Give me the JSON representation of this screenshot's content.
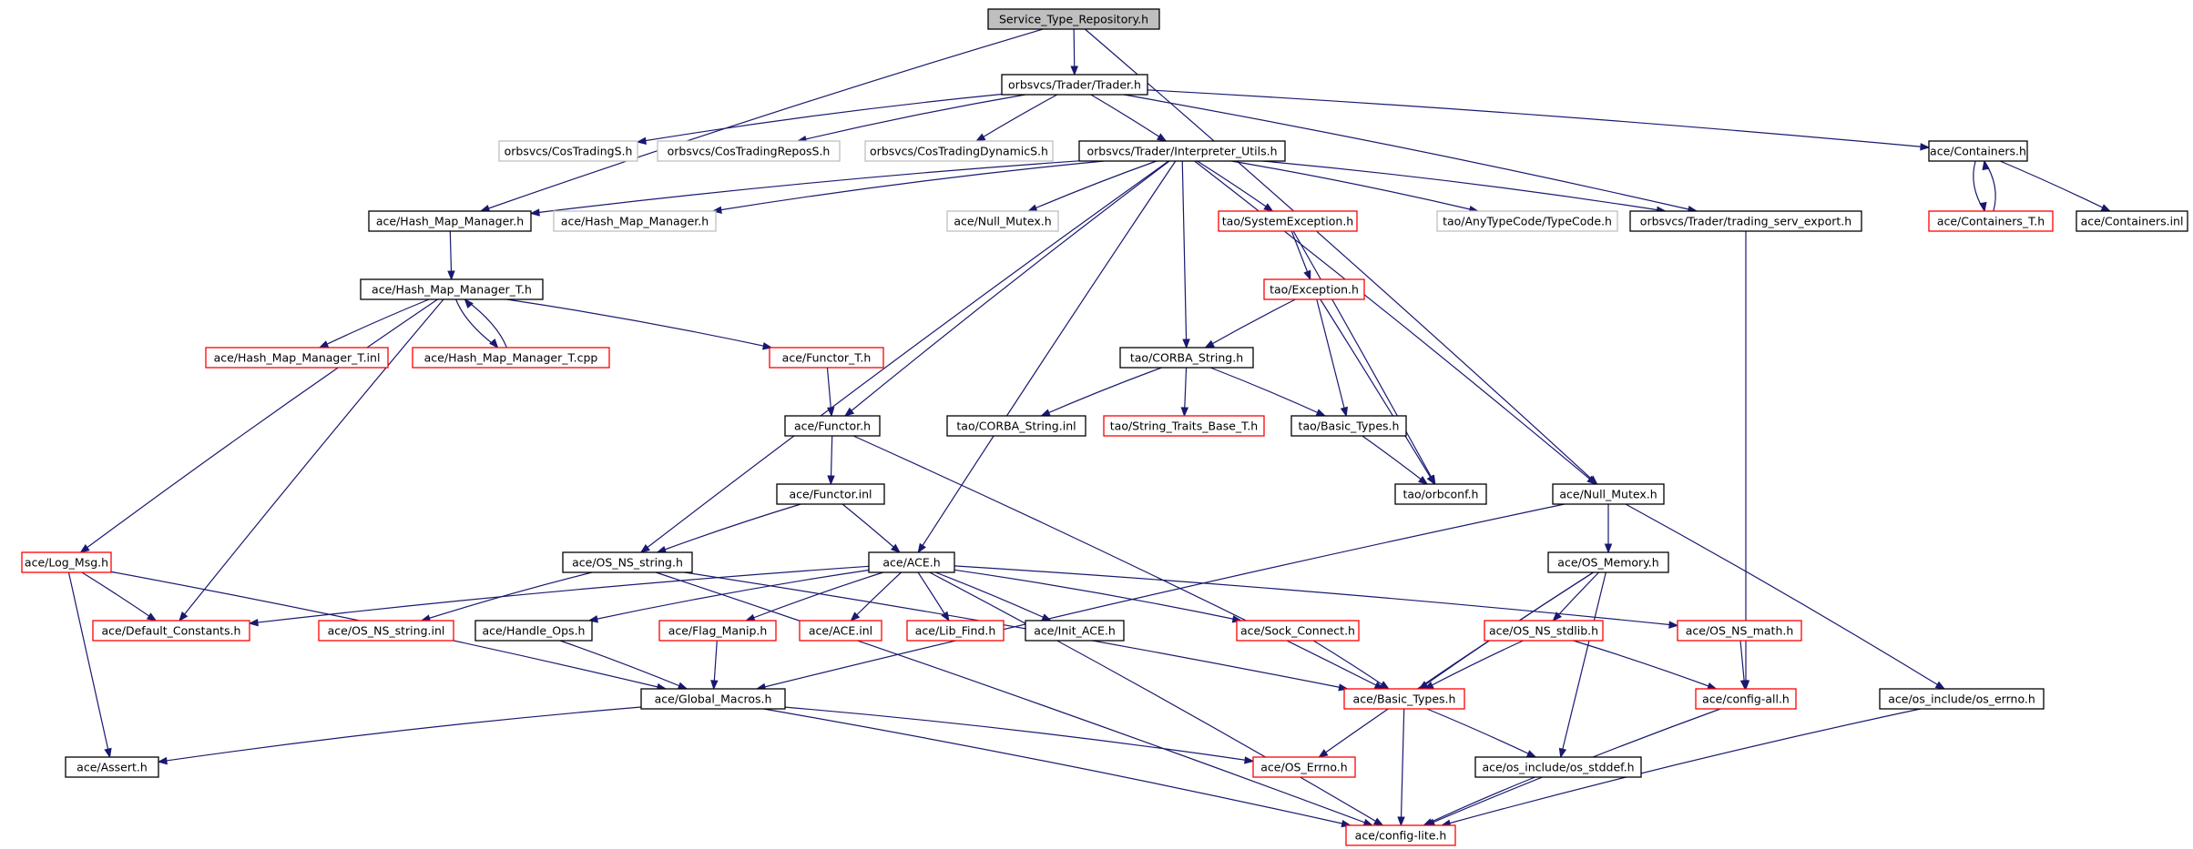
{
  "colors": {
    "edge": "#191970",
    "border_local": "#000000",
    "border_broken": "#ff0000",
    "border_external": "#bfbfbf",
    "root_fill": "#bfbfbf",
    "fill": "#ffffff"
  },
  "nodes": [
    {
      "id": "root",
      "label": "Service_Type_Repository.h",
      "kind": "root"
    },
    {
      "id": "trader",
      "label": "orbsvcs/Trader/Trader.h",
      "kind": "local"
    },
    {
      "id": "costrading",
      "label": "orbsvcs/CosTradingS.h",
      "kind": "external"
    },
    {
      "id": "costradingrepos",
      "label": "orbsvcs/CosTradingReposS.h",
      "kind": "external"
    },
    {
      "id": "costradingdyn",
      "label": "orbsvcs/CosTradingDynamicS.h",
      "kind": "external"
    },
    {
      "id": "interp",
      "label": "orbsvcs/Trader/Interpreter_Utils.h",
      "kind": "local"
    },
    {
      "id": "containers",
      "label": "ace/Containers.h",
      "kind": "local"
    },
    {
      "id": "containers_t",
      "label": "ace/Containers_T.h",
      "kind": "broken"
    },
    {
      "id": "containers_inl",
      "label": "ace/Containers.inl",
      "kind": "local"
    },
    {
      "id": "hmm",
      "label": "ace/Hash_Map_Manager.h",
      "kind": "local"
    },
    {
      "id": "hmm_ext",
      "label": "ace/Hash_Map_Manager.h",
      "kind": "external"
    },
    {
      "id": "nullmutex_ext",
      "label": "ace/Null_Mutex.h",
      "kind": "external"
    },
    {
      "id": "sysexc",
      "label": "tao/SystemException.h",
      "kind": "broken"
    },
    {
      "id": "typecode",
      "label": "tao/AnyTypeCode/TypeCode.h",
      "kind": "external"
    },
    {
      "id": "tsexport",
      "label": "orbsvcs/Trader/trading_serv_export.h",
      "kind": "local"
    },
    {
      "id": "hmmt",
      "label": "ace/Hash_Map_Manager_T.h",
      "kind": "local"
    },
    {
      "id": "hmmt_inl",
      "label": "ace/Hash_Map_Manager_T.inl",
      "kind": "broken"
    },
    {
      "id": "hmmt_cpp",
      "label": "ace/Hash_Map_Manager_T.cpp",
      "kind": "broken"
    },
    {
      "id": "functor_t",
      "label": "ace/Functor_T.h",
      "kind": "broken"
    },
    {
      "id": "exception",
      "label": "tao/Exception.h",
      "kind": "broken"
    },
    {
      "id": "corbastr",
      "label": "tao/CORBA_String.h",
      "kind": "local"
    },
    {
      "id": "functor",
      "label": "ace/Functor.h",
      "kind": "local"
    },
    {
      "id": "corbastr_inl",
      "label": "tao/CORBA_String.inl",
      "kind": "local"
    },
    {
      "id": "strtraits",
      "label": "tao/String_Traits_Base_T.h",
      "kind": "broken"
    },
    {
      "id": "taobasic",
      "label": "tao/Basic_Types.h",
      "kind": "local"
    },
    {
      "id": "orbconf",
      "label": "tao/orbconf.h",
      "kind": "local"
    },
    {
      "id": "functor_inl",
      "label": "ace/Functor.inl",
      "kind": "local"
    },
    {
      "id": "nullmutex",
      "label": "ace/Null_Mutex.h",
      "kind": "local"
    },
    {
      "id": "logmsg",
      "label": "ace/Log_Msg.h",
      "kind": "broken"
    },
    {
      "id": "osnsstring",
      "label": "ace/OS_NS_string.h",
      "kind": "local"
    },
    {
      "id": "ace",
      "label": "ace/ACE.h",
      "kind": "local"
    },
    {
      "id": "osmemory",
      "label": "ace/OS_Memory.h",
      "kind": "local"
    },
    {
      "id": "defconst",
      "label": "ace/Default_Constants.h",
      "kind": "broken"
    },
    {
      "id": "osnsstring_inl",
      "label": "ace/OS_NS_string.inl",
      "kind": "broken"
    },
    {
      "id": "handleops",
      "label": "ace/Handle_Ops.h",
      "kind": "local"
    },
    {
      "id": "flagmanip",
      "label": "ace/Flag_Manip.h",
      "kind": "broken"
    },
    {
      "id": "ace_inl",
      "label": "ace/ACE.inl",
      "kind": "broken"
    },
    {
      "id": "libfind",
      "label": "ace/Lib_Find.h",
      "kind": "broken"
    },
    {
      "id": "initace",
      "label": "ace/Init_ACE.h",
      "kind": "local"
    },
    {
      "id": "sockconnect",
      "label": "ace/Sock_Connect.h",
      "kind": "broken"
    },
    {
      "id": "osnsstdlib",
      "label": "ace/OS_NS_stdlib.h",
      "kind": "broken"
    },
    {
      "id": "osnsmath",
      "label": "ace/OS_NS_math.h",
      "kind": "broken"
    },
    {
      "id": "globalmacros",
      "label": "ace/Global_Macros.h",
      "kind": "local"
    },
    {
      "id": "acebasic",
      "label": "ace/Basic_Types.h",
      "kind": "broken"
    },
    {
      "id": "configall",
      "label": "ace/config-all.h",
      "kind": "broken"
    },
    {
      "id": "oserrnoh",
      "label": "ace/os_include/os_errno.h",
      "kind": "local"
    },
    {
      "id": "assert",
      "label": "ace/Assert.h",
      "kind": "local"
    },
    {
      "id": "oserrno",
      "label": "ace/OS_Errno.h",
      "kind": "broken"
    },
    {
      "id": "osstddef",
      "label": "ace/os_include/os_stddef.h",
      "kind": "local"
    },
    {
      "id": "configlite",
      "label": "ace/config-lite.h",
      "kind": "broken"
    }
  ],
  "edges": [
    [
      "root",
      "trader"
    ],
    [
      "root",
      "hmm"
    ],
    [
      "root",
      "nullmutex"
    ],
    [
      "trader",
      "costrading"
    ],
    [
      "trader",
      "costradingrepos"
    ],
    [
      "trader",
      "costradingdyn"
    ],
    [
      "trader",
      "interp"
    ],
    [
      "trader",
      "containers"
    ],
    [
      "trader",
      "tsexport"
    ],
    [
      "interp",
      "hmm"
    ],
    [
      "interp",
      "hmm_ext"
    ],
    [
      "interp",
      "nullmutex_ext"
    ],
    [
      "interp",
      "sysexc"
    ],
    [
      "interp",
      "typecode"
    ],
    [
      "interp",
      "tsexport"
    ],
    [
      "interp",
      "corbastr"
    ],
    [
      "interp",
      "functor"
    ],
    [
      "interp",
      "osnsstring"
    ],
    [
      "interp",
      "ace"
    ],
    [
      "interp",
      "nullmutex"
    ],
    [
      "containers",
      "containers_t"
    ],
    [
      "containers_t",
      "containers"
    ],
    [
      "containers",
      "containers_inl"
    ],
    [
      "hmm",
      "hmmt"
    ],
    [
      "hmmt",
      "hmmt_inl"
    ],
    [
      "hmmt",
      "hmmt_cpp"
    ],
    [
      "hmmt_cpp",
      "hmmt"
    ],
    [
      "hmmt",
      "functor_t"
    ],
    [
      "hmmt",
      "logmsg"
    ],
    [
      "hmmt",
      "defconst"
    ],
    [
      "sysexc",
      "exception"
    ],
    [
      "sysexc",
      "orbconf"
    ],
    [
      "exception",
      "corbastr"
    ],
    [
      "exception",
      "taobasic"
    ],
    [
      "exception",
      "orbconf"
    ],
    [
      "corbastr",
      "corbastr_inl"
    ],
    [
      "corbastr",
      "strtraits"
    ],
    [
      "corbastr",
      "taobasic"
    ],
    [
      "taobasic",
      "orbconf"
    ],
    [
      "functor_t",
      "functor"
    ],
    [
      "functor",
      "functor_inl"
    ],
    [
      "functor",
      "acebasic"
    ],
    [
      "functor_inl",
      "osnsstring"
    ],
    [
      "functor_inl",
      "ace"
    ],
    [
      "tsexport",
      "configall"
    ],
    [
      "nullmutex",
      "osmemory"
    ],
    [
      "nullmutex",
      "globalmacros"
    ],
    [
      "nullmutex",
      "oserrnoh"
    ],
    [
      "logmsg",
      "defconst"
    ],
    [
      "logmsg",
      "globalmacros"
    ],
    [
      "logmsg",
      "assert"
    ],
    [
      "osnsstring",
      "osnsstring_inl"
    ],
    [
      "osnsstring",
      "acebasic"
    ],
    [
      "osnsstring",
      "configlite"
    ],
    [
      "ace",
      "defconst"
    ],
    [
      "ace",
      "handleops"
    ],
    [
      "ace",
      "flagmanip"
    ],
    [
      "ace",
      "ace_inl"
    ],
    [
      "ace",
      "libfind"
    ],
    [
      "ace",
      "initace"
    ],
    [
      "ace",
      "sockconnect"
    ],
    [
      "ace",
      "osnsmath"
    ],
    [
      "ace",
      "configlite"
    ],
    [
      "osmemory",
      "acebasic"
    ],
    [
      "osmemory",
      "osnsstdlib"
    ],
    [
      "osmemory",
      "oserrno"
    ],
    [
      "osmemory",
      "osstddef"
    ],
    [
      "handleops",
      "globalmacros"
    ],
    [
      "flagmanip",
      "globalmacros"
    ],
    [
      "sockconnect",
      "acebasic"
    ],
    [
      "osnsstdlib",
      "acebasic"
    ],
    [
      "osnsstdlib",
      "configall"
    ],
    [
      "osnsmath",
      "configall"
    ],
    [
      "globalmacros",
      "assert"
    ],
    [
      "globalmacros",
      "oserrno"
    ],
    [
      "globalmacros",
      "configlite"
    ],
    [
      "acebasic",
      "osstddef"
    ],
    [
      "acebasic",
      "configlite"
    ],
    [
      "configall",
      "configlite"
    ],
    [
      "oserrnoh",
      "configlite"
    ],
    [
      "osstddef",
      "configlite"
    ]
  ]
}
